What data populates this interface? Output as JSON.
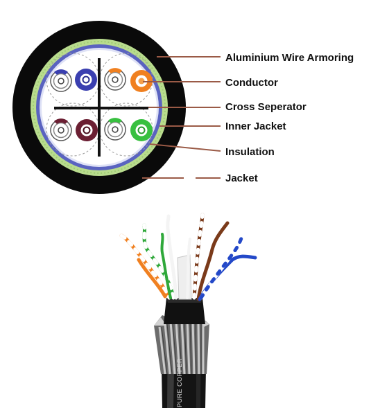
{
  "cross_section": {
    "labels": [
      {
        "id": "aluminium-wire-armoring",
        "text": "Aluminium Wire Armoring"
      },
      {
        "id": "conductor",
        "text": "Conductor"
      },
      {
        "id": "cross-seperator",
        "text": "Cross Seperator"
      },
      {
        "id": "inner-jacket",
        "text": "Inner Jacket"
      },
      {
        "id": "insulation",
        "text": "Insulation"
      },
      {
        "id": "jacket",
        "text": "Jacket"
      }
    ],
    "pair_colors": {
      "blue": "#3a3fb0",
      "orange": "#f08020",
      "brown": "#6b1f33",
      "green": "#38c040"
    },
    "layer_colors": {
      "jacket": "#0a0a0a",
      "armoring": "#b9dc8e",
      "inner_jacket": "#5a63c0",
      "leader_line": "#9a5a46"
    }
  },
  "cable_photo": {
    "sheath_print": "PURE COPPER"
  }
}
